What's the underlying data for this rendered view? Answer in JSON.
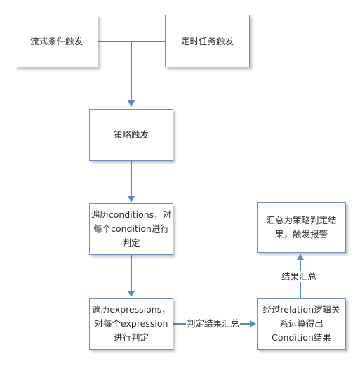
{
  "diagram": {
    "nodes": {
      "flow_trigger": "流式条件触发",
      "scheduled_trigger": "定时任务触发",
      "strategy_trigger": "策略触发",
      "iterate_conditions": "遍历conditions，对\n每个condition进行\n判定",
      "iterate_expressions": "遍历expressions，\n对每个expression\n进行判定",
      "relation_compute": "经过relation逻辑关\n系运算得出\nCondition结果",
      "summary_alarm": "汇总为策略判定结\n果，触发报警"
    },
    "edge_labels": {
      "judge_summary": "判定结果汇总",
      "result_summary": "结果汇总"
    },
    "colors": {
      "border": "#6f8fbd",
      "arrow": "#5b86c6",
      "text": "#2f2f2f"
    }
  }
}
